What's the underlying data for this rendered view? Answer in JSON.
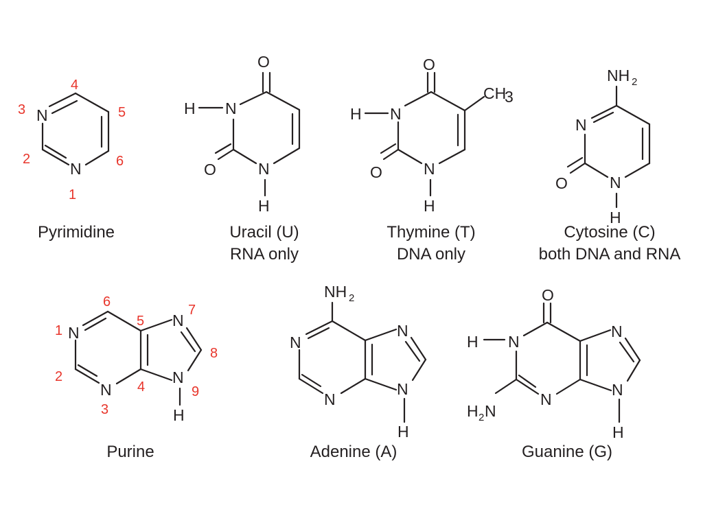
{
  "colors": {
    "ink": "#231f20",
    "position_numbers": "#e8352b",
    "background": "#ffffff"
  },
  "atoms": {
    "N": "N",
    "O": "O",
    "H": "H",
    "NH": "NH",
    "H2N": "H",
    "CH": "CH",
    "sub_2": "2",
    "sub_3": "3"
  },
  "pyrimidine": {
    "caption": "Pyrimidine",
    "numbers": [
      "1",
      "2",
      "3",
      "4",
      "5",
      "6"
    ]
  },
  "uracil": {
    "caption": "Uracil (U)",
    "note": "RNA only"
  },
  "thymine": {
    "caption": "Thymine (T)",
    "note": "DNA only"
  },
  "cytosine": {
    "caption": "Cytosine (C)",
    "note": "both DNA and RNA"
  },
  "purine": {
    "caption": "Purine",
    "numbers": [
      "1",
      "2",
      "3",
      "4",
      "5",
      "6",
      "7",
      "8",
      "9"
    ]
  },
  "adenine": {
    "caption": "Adenine (A)"
  },
  "guanine": {
    "caption": "Guanine (G)"
  }
}
